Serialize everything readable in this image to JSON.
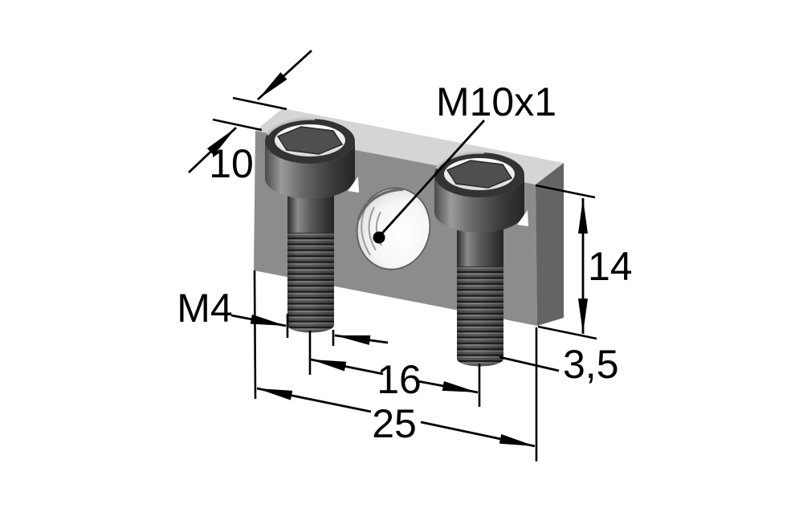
{
  "drawing": {
    "description": "Isometric technical illustration of a mounting block with two socket head cap screws and a central threaded sensor hole",
    "labels": {
      "depth": "10",
      "hole_thread": "M10x1",
      "screw_thread": "M4",
      "hole_spacing": "16",
      "overall_width": "25",
      "height": "14",
      "protrusion": "3,5"
    },
    "colors": {
      "background": "#ffffff",
      "line": "#000000",
      "block_top": "#d5d5d5",
      "block_front": "#8c8c8c",
      "block_side": "#646464",
      "screw_dark": "#2e2e2e",
      "socket_face": "#efefef"
    }
  }
}
